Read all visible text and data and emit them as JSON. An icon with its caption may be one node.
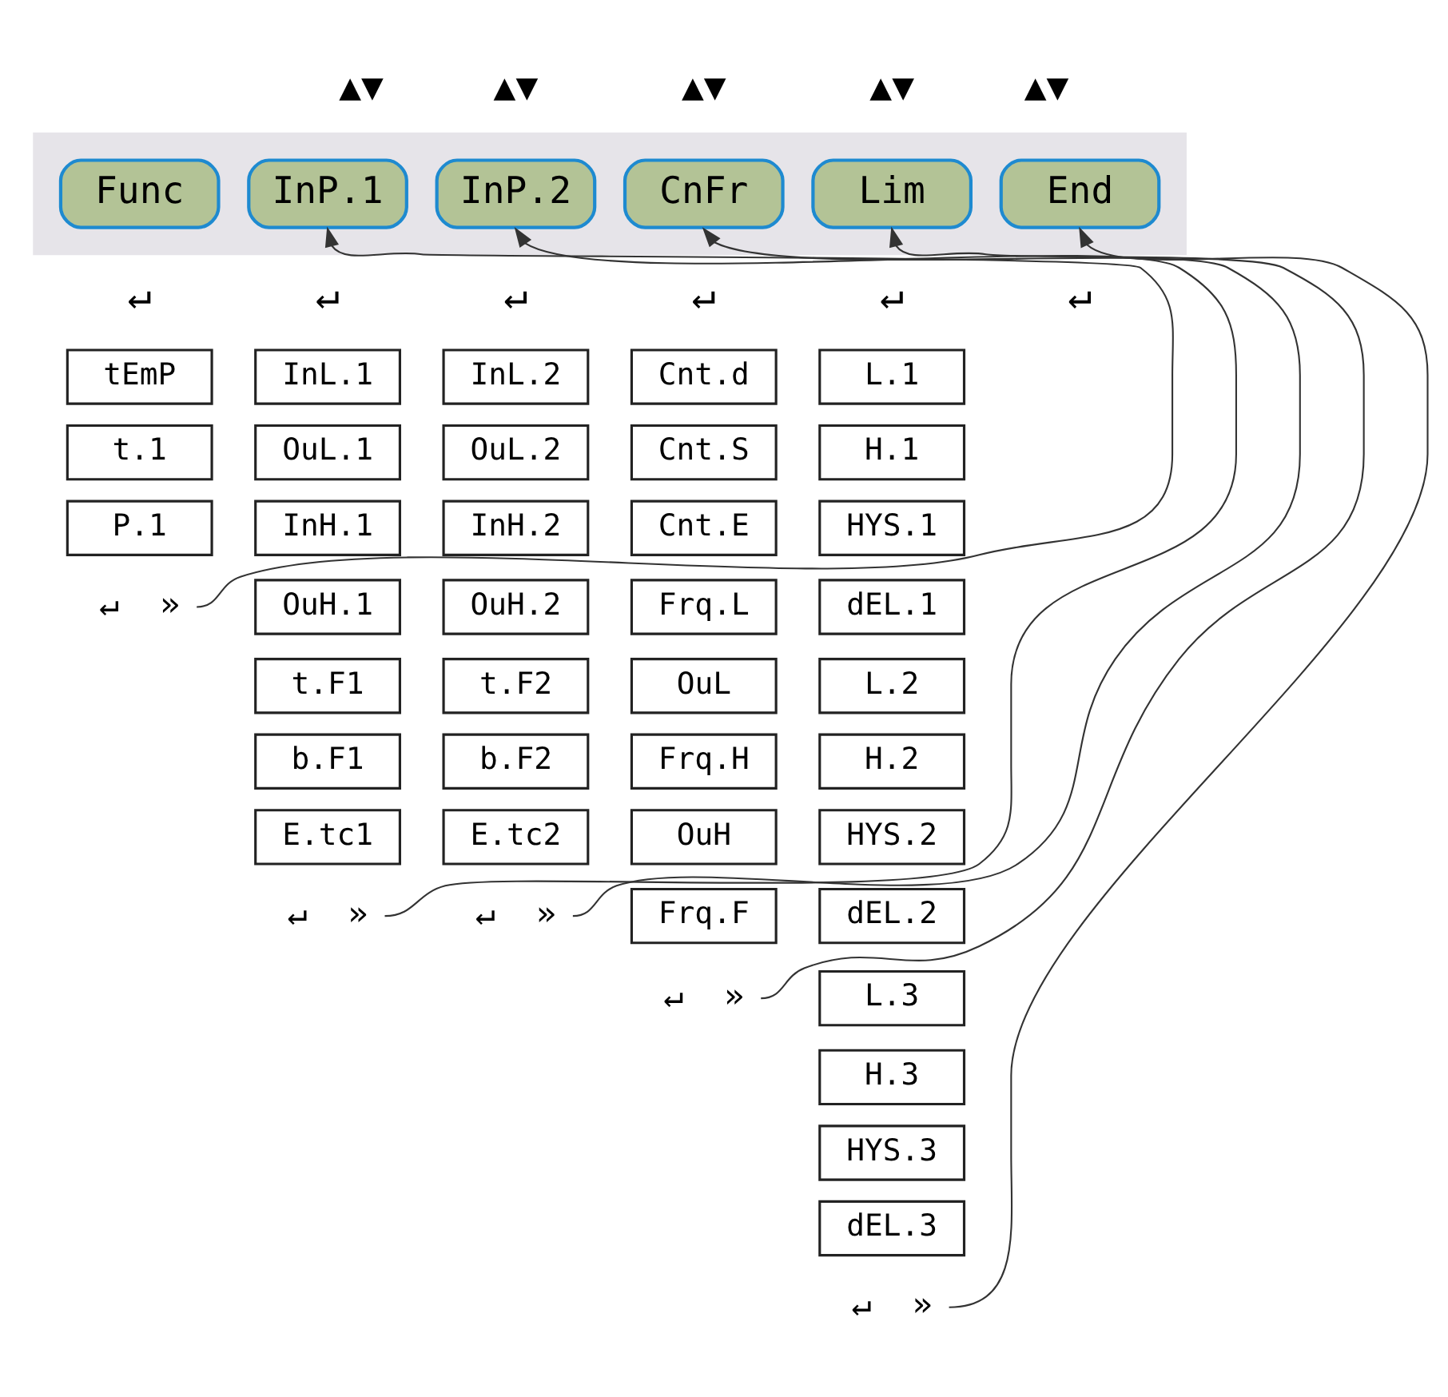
{
  "diagram": {
    "nodes": [
      {
        "text": [],
        "shape": "band"
      },
      {
        "text": [
          "Func"
        ],
        "in": 0
      },
      {
        "text": [
          "InP.1"
        ],
        "in": 0
      },
      {
        "text": [
          "InP.2"
        ],
        "in": 0
      },
      {
        "text": [
          "CnFr"
        ],
        "in": 0
      },
      {
        "text": [
          "Lim"
        ],
        "in": 0
      },
      {
        "text": [
          "End"
        ],
        "in": 0
      },
      {
        "text": [
          "tEmP"
        ]
      },
      {
        "text": [
          "t.1"
        ]
      },
      {
        "text": [
          "P.1"
        ]
      },
      {
        "text": [
          "»"
        ],
        "beside": [
          "↵"
        ]
      },
      {
        "text": [
          "InL.1"
        ]
      },
      {
        "text": [
          "OuL.1"
        ]
      },
      {
        "text": [
          "InH.1"
        ]
      },
      {
        "text": [
          "OuH.1"
        ]
      },
      {
        "text": [
          "t.F1"
        ]
      },
      {
        "text": [
          "b.F1"
        ]
      },
      {
        "text": [
          "E.tc1"
        ]
      },
      {
        "text": [
          "»"
        ],
        "beside": [
          "↵"
        ]
      },
      {
        "text": [
          "InL.2"
        ]
      },
      {
        "text": [
          "OuL.2"
        ]
      },
      {
        "text": [
          "InH.2"
        ]
      },
      {
        "text": [
          "OuH.2"
        ]
      },
      {
        "text": [
          "t.F2"
        ]
      },
      {
        "text": [
          "b.F2"
        ]
      },
      {
        "text": [
          "E.tc2"
        ]
      },
      {
        "text": [
          "»"
        ],
        "beside": [
          "↵"
        ]
      },
      {
        "text": [
          "Cnt.d"
        ]
      },
      {
        "text": [
          "Cnt.S"
        ]
      },
      {
        "text": [
          "Cnt.E"
        ]
      },
      {
        "text": [
          "Frq.L"
        ]
      },
      {
        "text": [
          "OuL"
        ]
      },
      {
        "text": [
          "Frq.H"
        ]
      },
      {
        "text": [
          "OuH"
        ]
      },
      {
        "text": [
          "Frq.F"
        ]
      },
      {
        "text": [
          "»"
        ],
        "beside": [
          "↵"
        ]
      },
      {
        "text": [
          "L.1"
        ]
      },
      {
        "text": [
          "H.1"
        ]
      },
      {
        "text": [
          "HYS.1"
        ]
      },
      {
        "text": [
          "dEL.1"
        ]
      },
      {
        "text": [
          "L.2"
        ]
      },
      {
        "text": [
          "H.2"
        ]
      },
      {
        "text": [
          "HYS.2"
        ]
      },
      {
        "text": [
          "dEL.2"
        ]
      },
      {
        "text": [
          "L.3"
        ]
      },
      {
        "text": [
          "H.3"
        ]
      },
      {
        "text": [
          "HYS.3"
        ]
      },
      {
        "text": [
          "dEL.3"
        ]
      },
      {
        "text": [
          "»"
        ],
        "beside": [
          "↵"
        ]
      }
    ],
    "edges": [
      {
        "from": 10,
        "to": 2,
        "arrow": "to"
      },
      {
        "from": 18,
        "to": 3,
        "arrow": "to"
      },
      {
        "from": 26,
        "to": 4,
        "arrow": "to"
      },
      {
        "from": 35,
        "to": 5,
        "arrow": "to"
      },
      {
        "from": 48,
        "to": 6,
        "arrow": "to"
      }
    ],
    "labels": [
      "▲▼",
      "▲▼",
      "▲▼",
      "▲▼",
      "▲▼",
      "↵",
      "↵",
      "↵",
      "↵",
      "↵",
      "↵"
    ]
  }
}
